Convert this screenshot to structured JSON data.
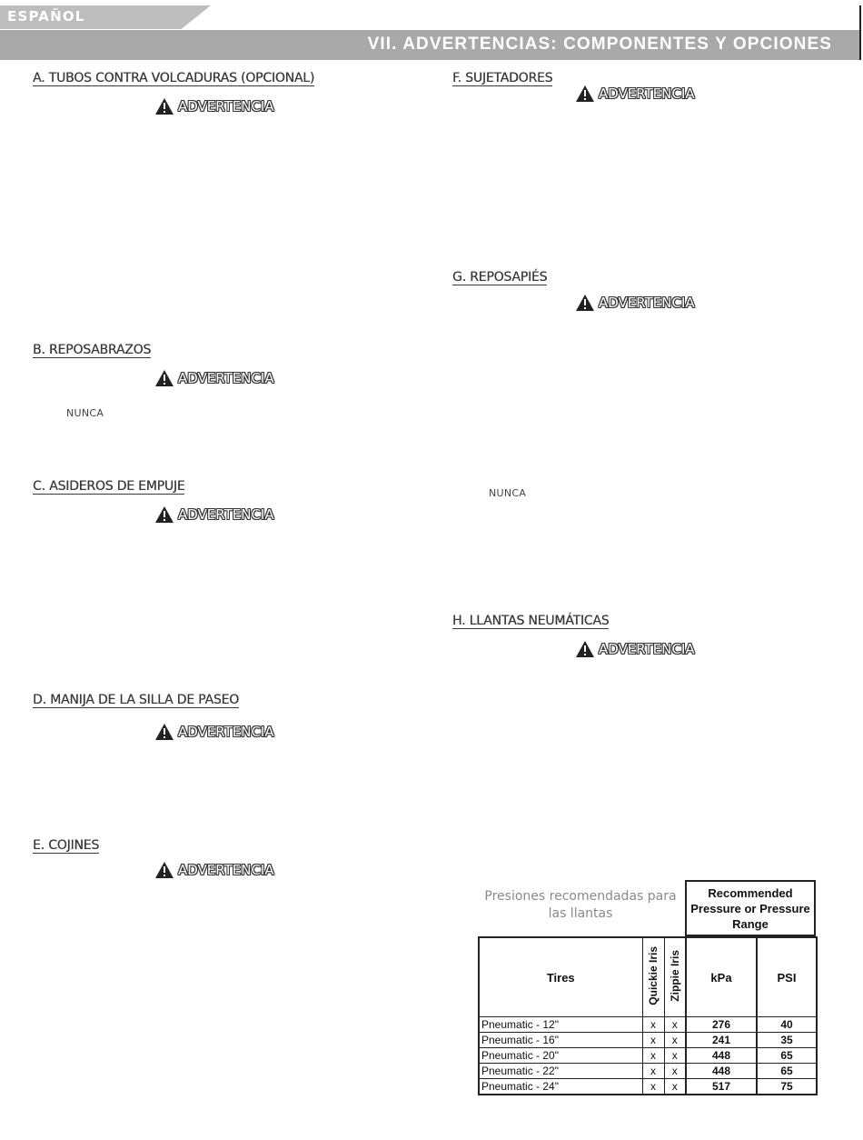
{
  "header": {
    "language": "ESPAÑOL",
    "title": "VII. ADVERTENCIAS: COMPONENTES Y OPCIONES"
  },
  "warning_label": "ADVERTENCIA",
  "left_sections": [
    {
      "heading": "A.  TUBOS CONTRA VOLCADURAS (OPCIONAL)"
    },
    {
      "heading": "B. REPOSABRAZOS",
      "note": "NUNCA"
    },
    {
      "heading": "C.  ASIDEROS DE EMPUJE"
    },
    {
      "heading": "D. MANIJA DE LA SILLA DE PASEO"
    },
    {
      "heading": "E.  COJINES"
    }
  ],
  "right_sections": [
    {
      "heading": "F. SUJETADORES"
    },
    {
      "heading": "G. REPOSAPIÉS",
      "note": "NUNCA"
    },
    {
      "heading": "H. LLANTAS NEUMÁTICAS"
    }
  ],
  "tire_table": {
    "caption": "Presiones recomendadas para las llantas",
    "recommended_header": "Recommended Pressure or Pressure Range",
    "columns": {
      "tires": "Tires",
      "quickie": "Quickie Iris",
      "zippie": "Zippie Iris",
      "kpa": "kPa",
      "psi": "PSI"
    },
    "rows": [
      {
        "tire": "Pneumatic - 12\"",
        "quickie": "x",
        "zippie": "x",
        "kpa": "276",
        "psi": "40"
      },
      {
        "tire": "Pneumatic - 16\"",
        "quickie": "x",
        "zippie": "x",
        "kpa": "241",
        "psi": "35"
      },
      {
        "tire": "Pneumatic - 20\"",
        "quickie": "x",
        "zippie": "x",
        "kpa": "448",
        "psi": "65"
      },
      {
        "tire": "Pneumatic - 22\"",
        "quickie": "x",
        "zippie": "x",
        "kpa": "448",
        "psi": "65"
      },
      {
        "tire": "Pneumatic - 24\"",
        "quickie": "x",
        "zippie": "x",
        "kpa": "517",
        "psi": "75"
      }
    ]
  }
}
